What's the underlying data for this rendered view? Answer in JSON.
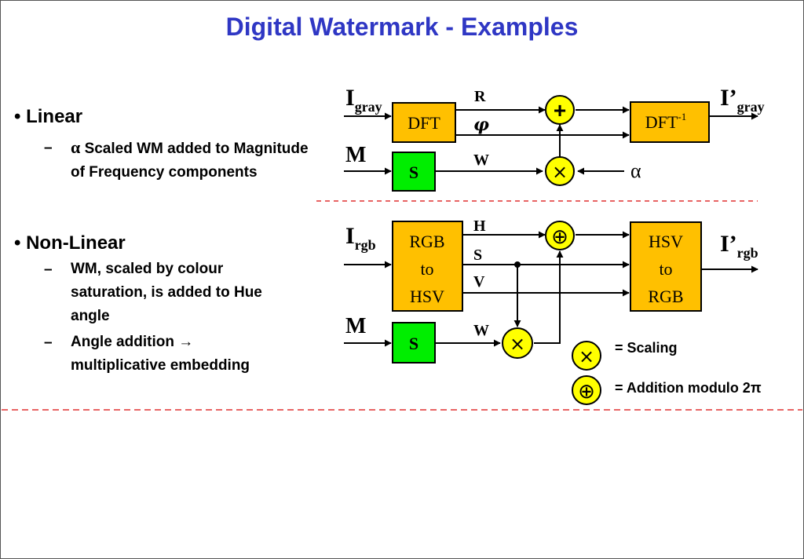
{
  "title": "Digital Watermark - Examples",
  "bullets": {
    "linear": {
      "label": "Linear",
      "sub": "Scaled WM added to Magnitude of Frequency components",
      "alpha": "α"
    },
    "nonlinear": {
      "label": "Non-Linear",
      "sub1": "WM, scaled by colour saturation, is added to Hue angle",
      "sub2_line1": "Angle addition",
      "sub2_line2": "multiplicative embedding",
      "arrow": "→"
    },
    "bullet_char": "•",
    "dash_char": "–"
  },
  "diagram": {
    "linear": {
      "input_I": "I",
      "input_I_sub": "gray",
      "input_M": "M",
      "block_dft": "DFT",
      "block_s": "S",
      "block_idft": "DFT",
      "block_idft_sup": "-1",
      "label_R": "R",
      "label_phi": "φ",
      "label_W": "W",
      "plus": "+",
      "times": "×",
      "alpha": "α",
      "output_I": "I’",
      "output_I_sub": "gray"
    },
    "nonlinear": {
      "input_I": "I",
      "input_I_sub": "rgb",
      "input_M": "M",
      "block_rgb2hsv": [
        "RGB",
        "to",
        "HSV"
      ],
      "block_hsv2rgb": [
        "HSV",
        "to",
        "RGB"
      ],
      "block_s": "S",
      "label_H": "H",
      "label_S": "S",
      "label_V": "V",
      "label_W": "W",
      "oplus": "⊕",
      "times": "×",
      "output_I": "I’",
      "output_I_sub": "rgb"
    },
    "legend": {
      "scaling": "= Scaling",
      "addition": "= Addition modulo 2π",
      "times": "×",
      "oplus": "⊕"
    }
  },
  "colors": {
    "title": "#2f37c4",
    "block_orange": "#ffc000",
    "block_green": "#00ee00",
    "operator_yellow": "#ffff00",
    "divider_red": "#e03030"
  }
}
